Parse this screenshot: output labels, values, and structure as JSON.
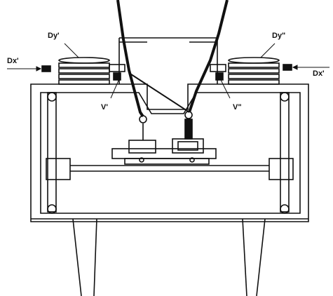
{
  "labels": {
    "dy_left": "Dy'",
    "dy_right": "Dy\"",
    "dx_left": "Dx'",
    "dx_right": "Dx'",
    "v_left": "V'",
    "v_right": "V\""
  },
  "colors": {
    "ink": "#111111",
    "paper": "#ffffff"
  }
}
